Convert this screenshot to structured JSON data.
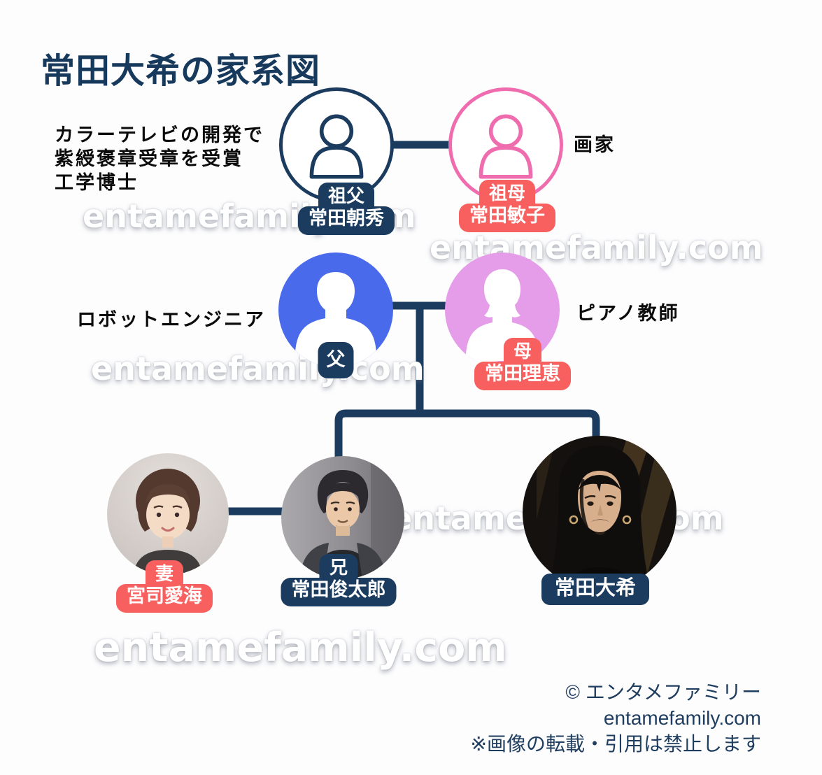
{
  "title": "常田大希の家系図",
  "watermark": {
    "text": "entamefamily.com"
  },
  "colors": {
    "navy": "#1B3C5F",
    "red": "#F7605E",
    "blue": "#4A6AEC",
    "violet": "#E59CE9",
    "pink": "#EF6CAE",
    "ink": "#0B0B0B",
    "title-navy": "#17395C",
    "footer-navy": "#1E3D5F"
  },
  "people": {
    "grandfather": {
      "role": "祖父",
      "name": "常田朝秀",
      "note_lines": [
        "カラーテレビの開発で",
        "紫綬褒章受章を受賞",
        "工学博士"
      ]
    },
    "grandmother": {
      "role": "祖母",
      "name": "常田敏子",
      "note": "画家"
    },
    "father": {
      "role": "父",
      "note": "ロボットエンジニア"
    },
    "mother": {
      "role": "母",
      "name": "常田理恵",
      "note": "ピアノ教師"
    },
    "wife": {
      "role": "妻",
      "name": "宮司愛海"
    },
    "brother": {
      "role": "兄",
      "name": "常田俊太郎"
    },
    "subject": {
      "name": "常田大希"
    }
  },
  "footer": {
    "copyright": "© エンタメファミリー",
    "site": "entamefamily.com",
    "notice": "※画像の転載・引用は禁止します"
  }
}
